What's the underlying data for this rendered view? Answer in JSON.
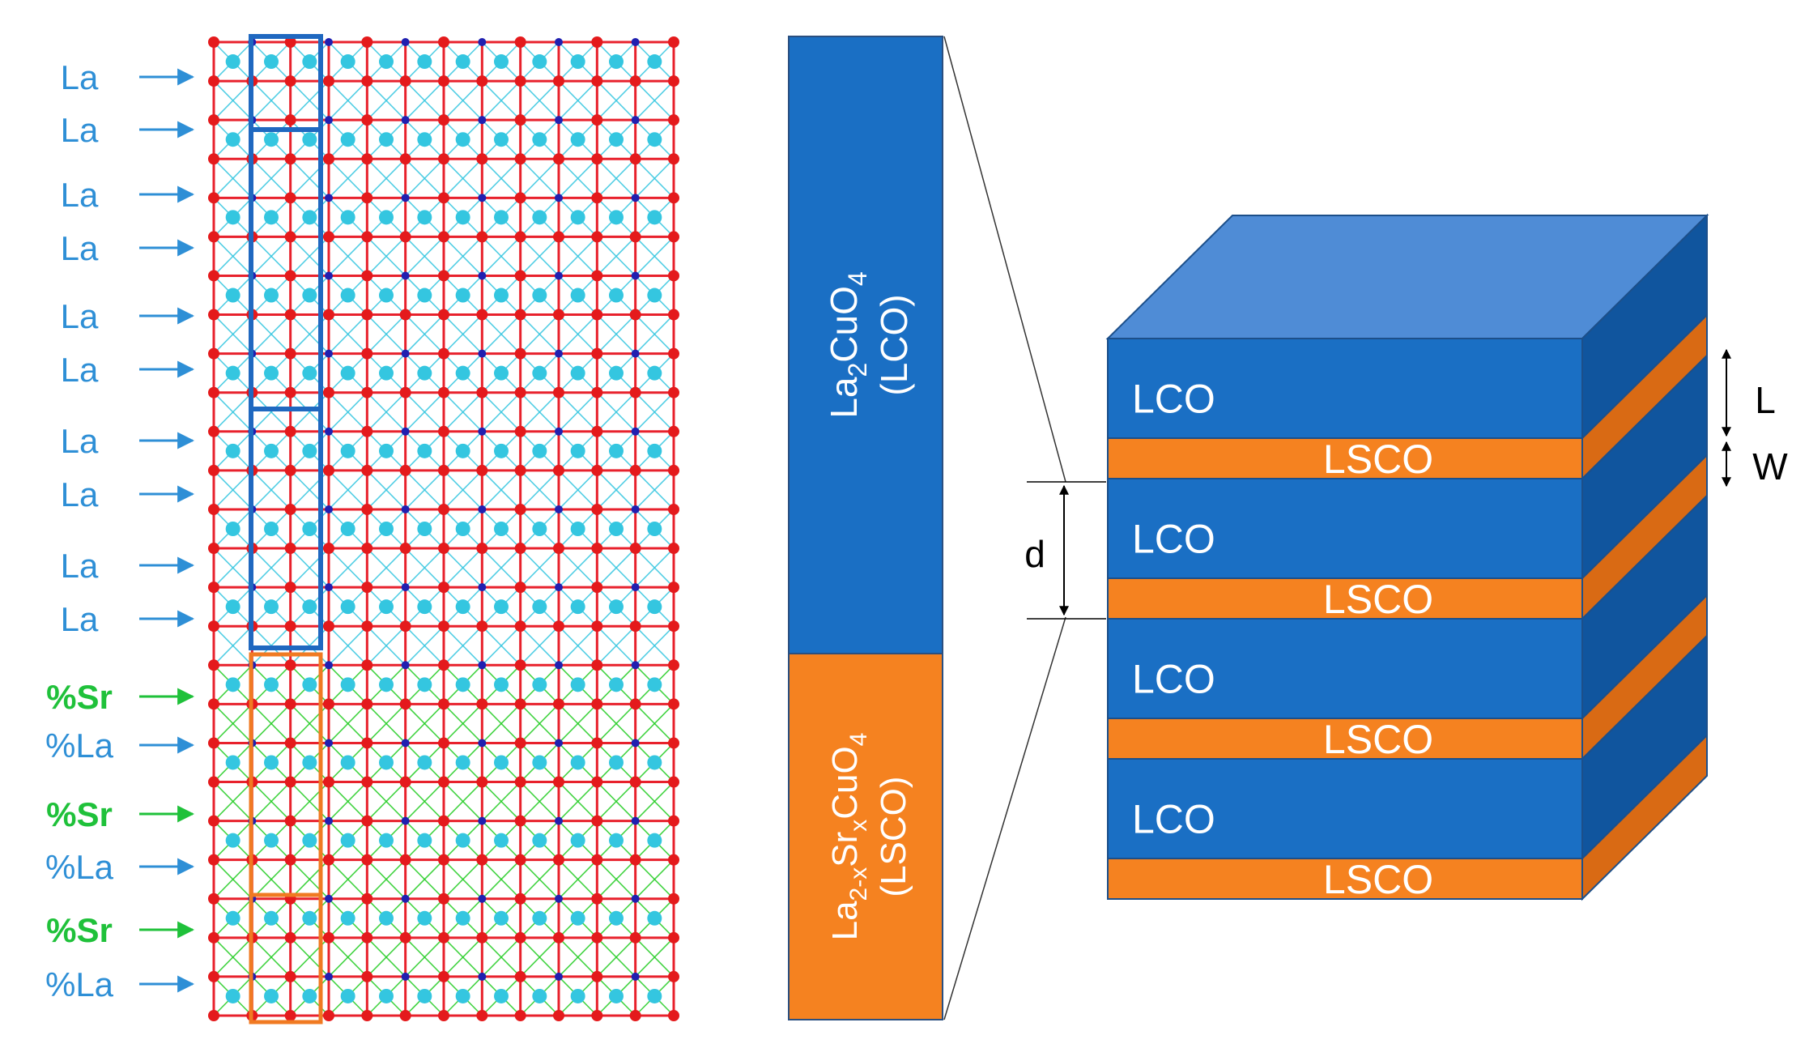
{
  "colors": {
    "la": "#2e8fd6",
    "sr": "#1fc13a",
    "lco_front": "#1a6fc4",
    "lco_top": "#4f8cd6",
    "lco_side": "#10559e",
    "lsco_front": "#f58220",
    "lsco_side": "#d96a14",
    "lattice_bond": "#e8212c",
    "lattice_o": "#e41a1c",
    "lattice_la": "#34c6e0",
    "lattice_sr": "#22cc22",
    "lattice_cu": "#2020b0",
    "highlight_blue": "#1f68c0",
    "highlight_orange": "#f07a22"
  },
  "lattice": {
    "layer_labels": [
      {
        "text": "La",
        "kind": "la"
      },
      {
        "text": "La",
        "kind": "la"
      },
      {
        "text": "La",
        "kind": "la"
      },
      {
        "text": "La",
        "kind": "la"
      },
      {
        "text": "La",
        "kind": "la"
      },
      {
        "text": "La",
        "kind": "la"
      },
      {
        "text": "La",
        "kind": "la"
      },
      {
        "text": "La",
        "kind": "la"
      },
      {
        "text": "La",
        "kind": "la"
      },
      {
        "text": "La",
        "kind": "la"
      },
      {
        "text": "%Sr",
        "kind": "sr"
      },
      {
        "text": "%La",
        "kind": "la"
      },
      {
        "text": "%Sr",
        "kind": "sr"
      },
      {
        "text": "%La",
        "kind": "la"
      },
      {
        "text": "%Sr",
        "kind": "sr"
      },
      {
        "text": "%La",
        "kind": "la"
      }
    ]
  },
  "column": {
    "lco_formula": {
      "base1": "La",
      "sub1": "2",
      "base2": "CuO",
      "sub2": "4"
    },
    "lco_abbrev": "(LCO)",
    "lsco_formula": {
      "base1": "La",
      "sub1": "2-x",
      "base2": "Sr",
      "sub2": "x",
      "base3": "CuO",
      "sub3": "4"
    },
    "lsco_abbrev": "(LSCO)"
  },
  "stack": {
    "layers": [
      {
        "lco": "LCO",
        "lsco": "LSCO"
      },
      {
        "lco": "LCO",
        "lsco": "LSCO"
      },
      {
        "lco": "LCO",
        "lsco": "LSCO"
      },
      {
        "lco": "LCO",
        "lsco": "LSCO"
      }
    ],
    "dim_L": "L",
    "dim_W": "W",
    "dim_d": "d"
  }
}
